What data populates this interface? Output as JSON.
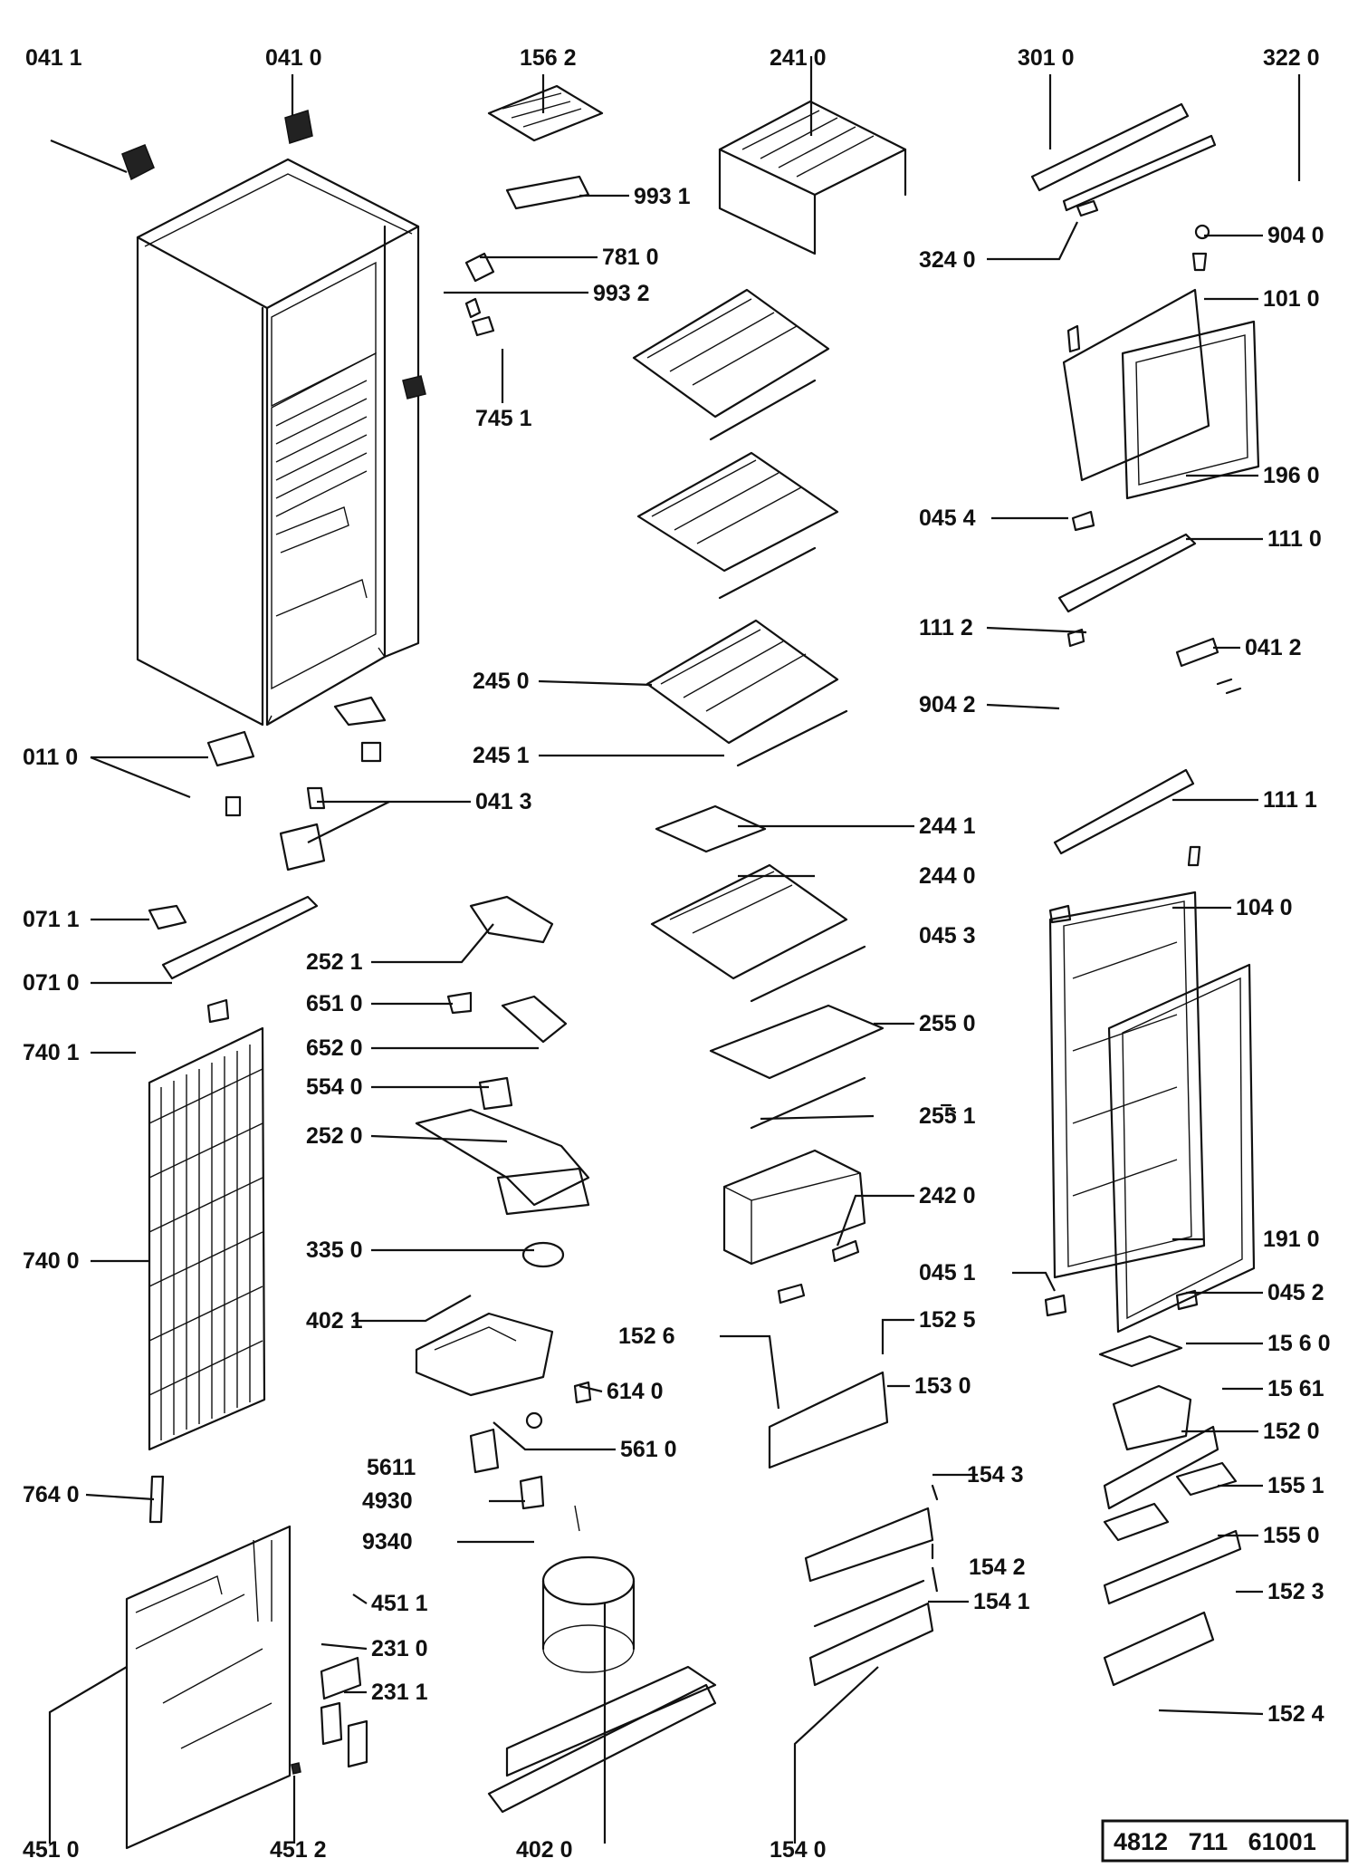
{
  "document_number": "4812   711   61001",
  "labels": [
    {
      "text": "041 1"
    },
    {
      "text": "041 0"
    },
    {
      "text": "156 2"
    },
    {
      "text": "241  0"
    },
    {
      "text": "301 0"
    },
    {
      "text": "322 0"
    },
    {
      "text": "993 1"
    },
    {
      "text": "781 0"
    },
    {
      "text": "993 2"
    },
    {
      "text": "745 1"
    },
    {
      "text": "324 0"
    },
    {
      "text": "904 0"
    },
    {
      "text": "101 0"
    },
    {
      "text": "196  0"
    },
    {
      "text": "045 4"
    },
    {
      "text": "111 0"
    },
    {
      "text": "111  2"
    },
    {
      "text": "041 2"
    },
    {
      "text": "245 0"
    },
    {
      "text": "904 2"
    },
    {
      "text": "011 0"
    },
    {
      "text": "245 1"
    },
    {
      "text": "041 3"
    },
    {
      "text": "111 1"
    },
    {
      "text": "244 1"
    },
    {
      "text": "244 0"
    },
    {
      "text": "071 1"
    },
    {
      "text": "045 3"
    },
    {
      "text": "104 0"
    },
    {
      "text": "252 1"
    },
    {
      "text": "071 0"
    },
    {
      "text": "651 0"
    },
    {
      "text": "652 0"
    },
    {
      "text": "255 0"
    },
    {
      "text": "740 1"
    },
    {
      "text": "554 0"
    },
    {
      "text": "255 1"
    },
    {
      "text": "252  0"
    },
    {
      "text": "242 0"
    },
    {
      "text": "740 0"
    },
    {
      "text": "335 0"
    },
    {
      "text": "191 0"
    },
    {
      "text": "045 1"
    },
    {
      "text": "045 2"
    },
    {
      "text": "402 1"
    },
    {
      "text": "152 5"
    },
    {
      "text": "152 6"
    },
    {
      "text": "15 6 0"
    },
    {
      "text": "153  0"
    },
    {
      "text": "614 0"
    },
    {
      "text": "15 61"
    },
    {
      "text": "561 0"
    },
    {
      "text": "152 0"
    },
    {
      "text": "5611"
    },
    {
      "text": "154  3"
    },
    {
      "text": "4930"
    },
    {
      "text": "155 1"
    },
    {
      "text": "764 0"
    },
    {
      "text": "9340"
    },
    {
      "text": "155 0"
    },
    {
      "text": "154 2"
    },
    {
      "text": "451 1"
    },
    {
      "text": "152 3"
    },
    {
      "text": "154 1"
    },
    {
      "text": "231 0"
    },
    {
      "text": "231 1"
    },
    {
      "text": "152 4"
    },
    {
      "text": "451 0"
    },
    {
      "text": "451 2"
    },
    {
      "text": "402  0"
    },
    {
      "text": "154  0"
    }
  ]
}
